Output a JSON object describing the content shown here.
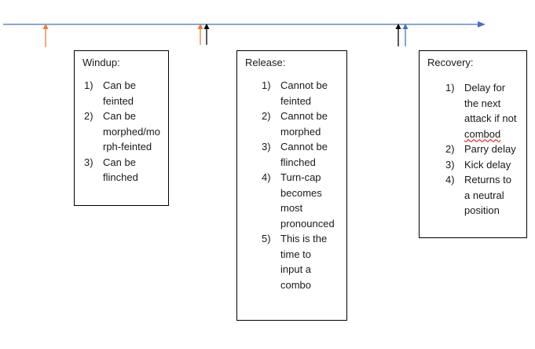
{
  "colors": {
    "timeline": "#4472c4",
    "marker_orange": "#ed7d31",
    "marker_black": "#000000",
    "marker_blue": "#4472c4",
    "box_border": "#000000",
    "spellcheck_squiggle": "#d40000"
  },
  "timeline": {
    "markers": [
      {
        "name": "marker-orange-1",
        "color": "orange"
      },
      {
        "name": "marker-orange-2",
        "color": "orange"
      },
      {
        "name": "marker-black-1",
        "color": "black"
      },
      {
        "name": "marker-black-2",
        "color": "black"
      },
      {
        "name": "marker-blue-1",
        "color": "blue"
      }
    ]
  },
  "phases": [
    {
      "id": "windup",
      "title": "Windup:",
      "items": [
        {
          "num": "1)",
          "text": "Can be feinted"
        },
        {
          "num": "2)",
          "text": "Can be morphed/morph-feinted"
        },
        {
          "num": "3)",
          "text": "Can be flinched"
        }
      ]
    },
    {
      "id": "release",
      "title": "Release:",
      "items": [
        {
          "num": "1)",
          "text": "Cannot be feinted"
        },
        {
          "num": "2)",
          "text": "Cannot be morphed"
        },
        {
          "num": "3)",
          "text": "Cannot be flinched"
        },
        {
          "num": "4)",
          "text": "Turn-cap becomes most pronounced"
        },
        {
          "num": "5)",
          "text": "This is the time to input a combo"
        }
      ]
    },
    {
      "id": "recovery",
      "title": "Recovery:",
      "items": [
        {
          "num": "1)",
          "text": "Delay for the next attack if not",
          "squiggle_text": "combod"
        },
        {
          "num": "2)",
          "text": "Parry delay"
        },
        {
          "num": "3)",
          "text": "Kick delay"
        },
        {
          "num": "4)",
          "text": "Returns to a neutral position"
        }
      ]
    }
  ]
}
